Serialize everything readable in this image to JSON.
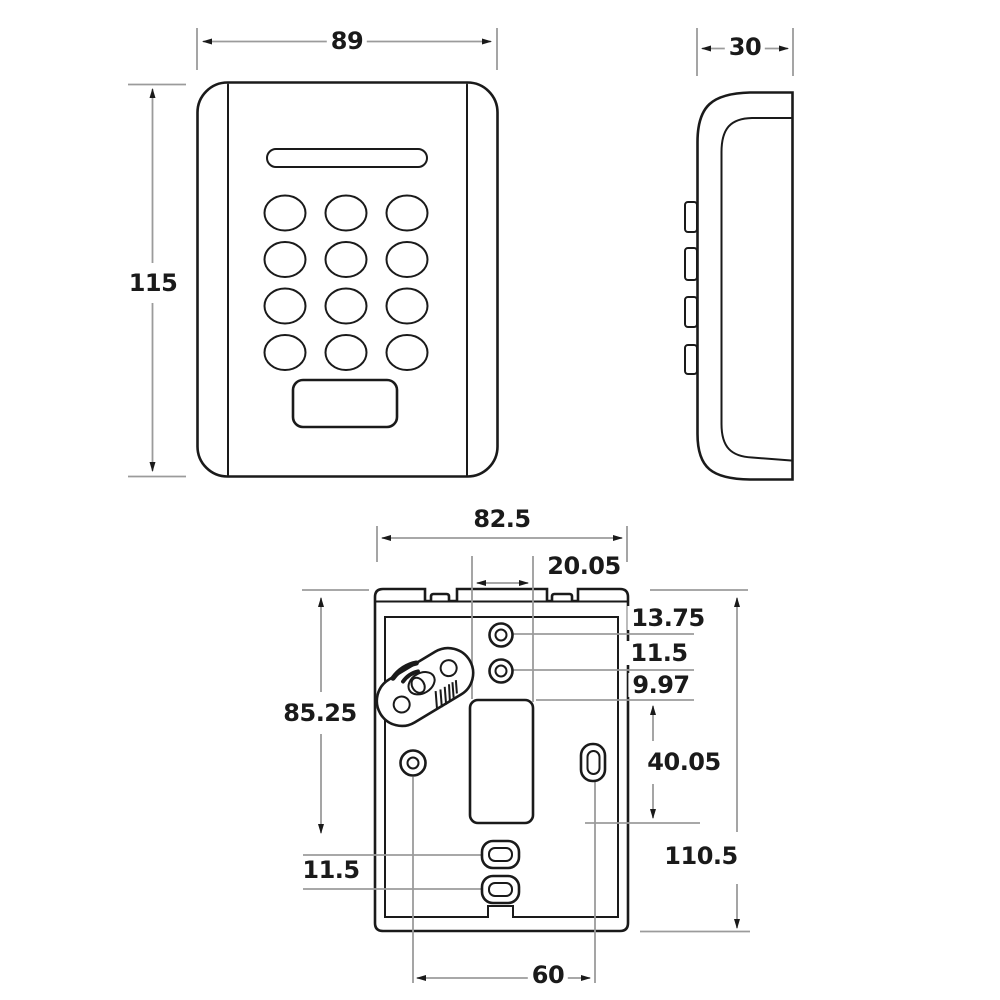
{
  "drawing": {
    "type": "technical-dimension-drawing",
    "subject": "keypad access control unit - front, side and back mounting plate views",
    "views": {
      "front": {
        "label_width": "89",
        "label_height": "115",
        "keypad_rows": 4,
        "keypad_cols": 3
      },
      "side": {
        "label_depth": "30"
      },
      "back": {
        "label_width": "82.5",
        "label_height": "110.5",
        "label_left_height": "85.25",
        "label_cutout_width": "20.05",
        "label_cutout_height": "40.05",
        "label_hole_offset_top": "13.75",
        "label_hole_gap": "11.5",
        "label_hole_to_cutout": "9.97",
        "label_slot_offset": "11.5",
        "label_hole_span": "60"
      }
    },
    "colors": {
      "outline": "#1a1a1a",
      "dimension_line": "#9b9b9b",
      "background": "#ffffff"
    }
  }
}
